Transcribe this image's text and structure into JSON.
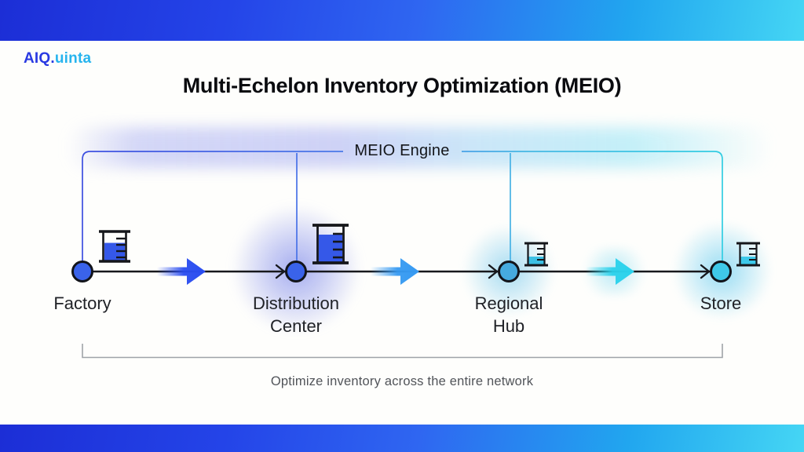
{
  "brand": {
    "part1": "AIQ.",
    "part2": "uinta"
  },
  "title": "Multi-Echelon Inventory Optimization (MEIO)",
  "engine": {
    "label": "MEIO Engine"
  },
  "nodes": [
    {
      "id": "factory",
      "label": "Factory",
      "marker_color": "#3a63ea",
      "inventory_level": 0.62
    },
    {
      "id": "distribution-center",
      "label": "Distribution Center",
      "marker_color": "#3a63ea",
      "inventory_level": 0.76
    },
    {
      "id": "regional-hub",
      "label": "Regional Hub",
      "marker_color": "#46aade",
      "inventory_level": 0.38
    },
    {
      "id": "store",
      "label": "Store",
      "marker_color": "#3fc9e9",
      "inventory_level": 0.38
    }
  ],
  "flow_arrows": [
    {
      "from": "Factory",
      "to": "Distribution Center",
      "color": "#2a4df0"
    },
    {
      "from": "Distribution Center",
      "to": "Regional Hub",
      "color": "#369af2"
    },
    {
      "from": "Regional Hub",
      "to": "Store",
      "color": "#2bd2ec"
    }
  ],
  "caption": "Optimize inventory across the entire network",
  "colors": {
    "banner_gradient_start": "#1c2ed6",
    "banner_gradient_end": "#45d6f4",
    "bracket_gradient_start": "#3d4fe0",
    "bracket_gradient_end": "#32cde2",
    "flow_line": "#17181c",
    "title_text": "#0a0b0f",
    "caption_text": "#515459"
  },
  "icons": {
    "node_marker": "circle-node-icon",
    "inventory": "beaker-inventory-icon"
  }
}
